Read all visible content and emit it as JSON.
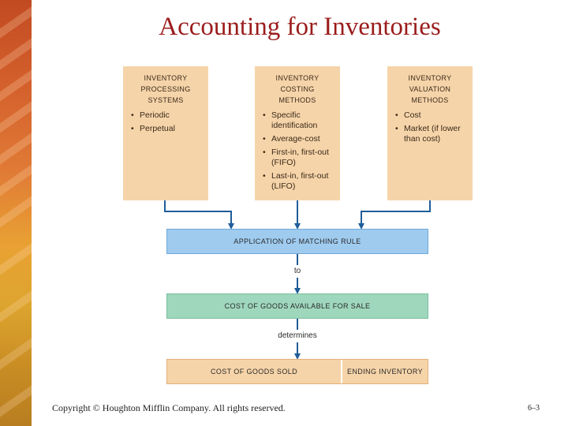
{
  "title": "Accounting for Inventories",
  "top_boxes": [
    {
      "heading": "Inventory\nProcessing\nSystems",
      "items": [
        "Periodic",
        "Perpetual"
      ]
    },
    {
      "heading": "Inventory\nCosting\nMethods",
      "items": [
        "Specific identification",
        "Average-cost",
        "First-in, first-out (FIFO)",
        "Last-in, first-out (LIFO)"
      ]
    },
    {
      "heading": "Inventory\nValuation\nMethods",
      "items": [
        "Cost",
        "Market (if lower than cost)"
      ]
    }
  ],
  "matching_bar": "Application of Matching Rule",
  "connector_to": "to",
  "goods_bar": "Cost of Goods Available for Sale",
  "connector_determines": "determines",
  "bottom_left": "Cost of Goods Sold",
  "bottom_right": "Ending Inventory",
  "footer": {
    "copyright": "Copyright © Houghton Mifflin Company. All rights reserved.",
    "page": "6–3"
  },
  "colors": {
    "title": "#9b1c1c",
    "box": "#f6d4a9",
    "blue_bar": "#9fcbef",
    "green_bar": "#9fd7bd",
    "arrow": "#1f5d99"
  }
}
